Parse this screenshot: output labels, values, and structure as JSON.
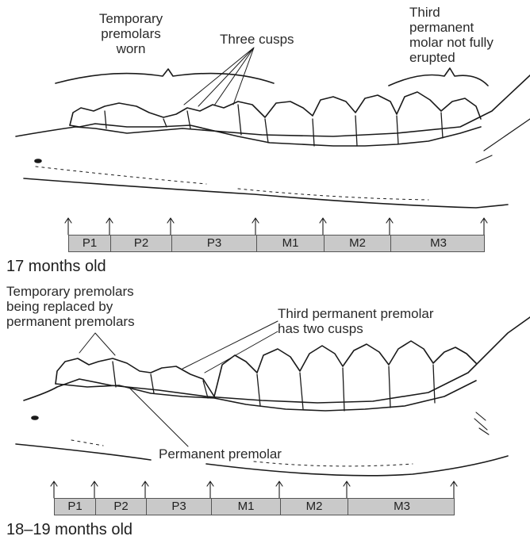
{
  "panel_top": {
    "labels": {
      "temporary_worn": "Temporary\npremolars\nworn",
      "three_cusps": "Three cusps",
      "third_molar": "Third\npermanent\nmolar not fully\nerupted"
    },
    "segments": [
      "P1",
      "P2",
      "P3",
      "M1",
      "M2",
      "M3"
    ],
    "age_label": "17 months old"
  },
  "panel_bottom": {
    "labels": {
      "being_replaced": "Temporary premolars\nbeing replaced by\npermanent premolars",
      "third_premolar": "Third permanent premolar\nhas two cusps",
      "permanent_premolar": "Permanent premolar"
    },
    "segments": [
      "P1",
      "P2",
      "P3",
      "M1",
      "M2",
      "M3"
    ],
    "age_label": "18–19 months old"
  }
}
